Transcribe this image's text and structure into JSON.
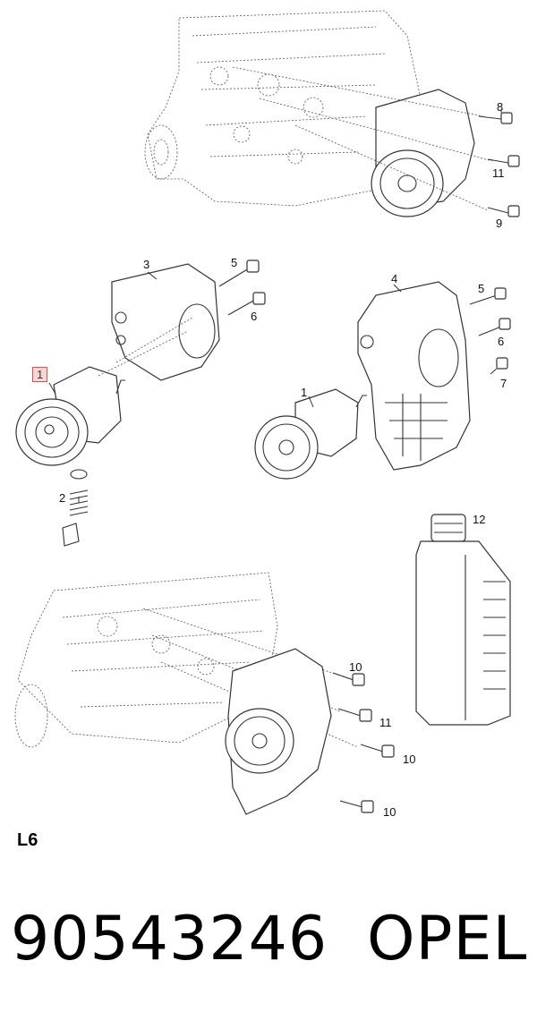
{
  "diagram": {
    "section_label": "L6",
    "part_number": "90543246",
    "brand": "OPEL",
    "highlight_color": "#d9534f",
    "callouts": {
      "c1_highlighted": "1",
      "c1_right": "1",
      "c2": "2",
      "c3": "3",
      "c4": "4",
      "c5_top": "5",
      "c5_right": "5",
      "c6_top": "6",
      "c6_right": "6",
      "c7": "7",
      "c8": "8",
      "c9": "9",
      "c10_a": "10",
      "c10_b": "10",
      "c10_c": "10",
      "c11_top": "11",
      "c11_bottom": "11",
      "c12": "12"
    }
  }
}
